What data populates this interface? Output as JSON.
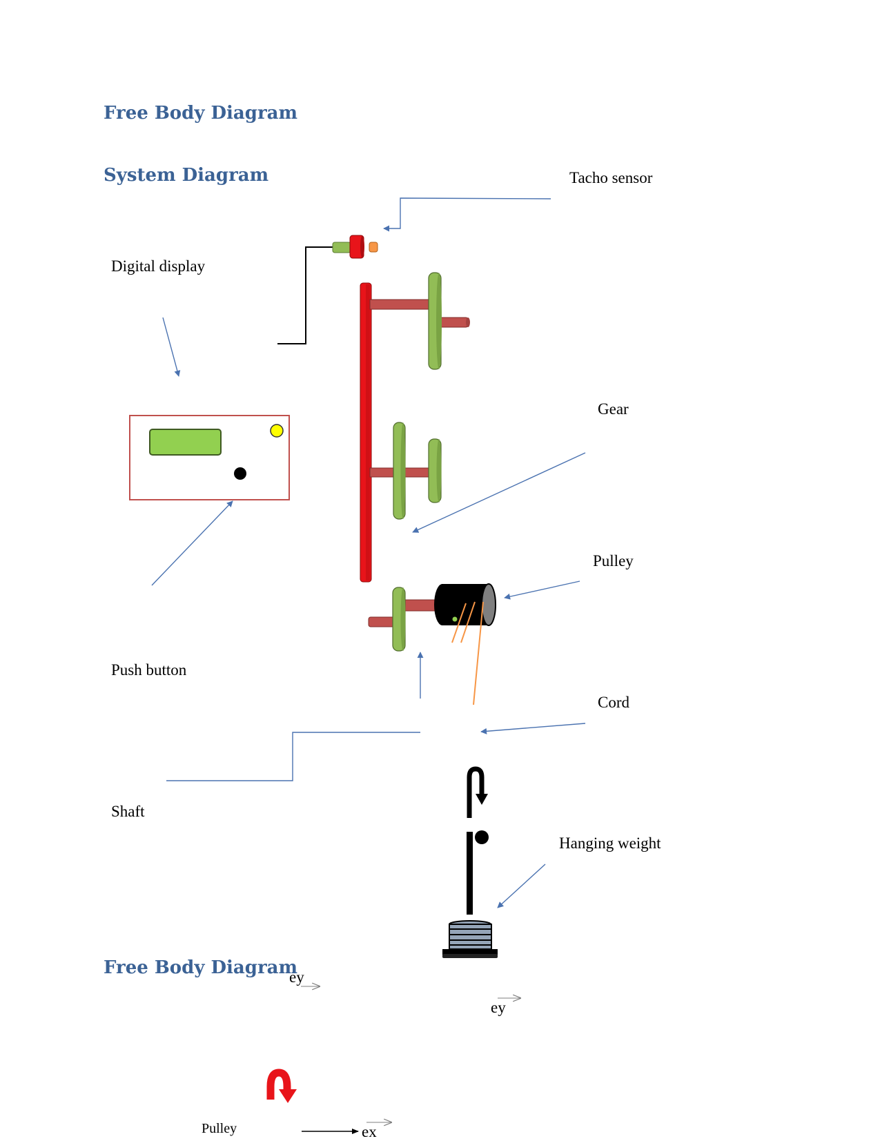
{
  "headings": {
    "top_title": "Free Body Diagram",
    "system_title": "System Diagram",
    "fbd_title": "Free Body Diagram"
  },
  "labels": {
    "tacho_sensor": "Tacho sensor",
    "digital_display": "Digital display",
    "gear": "Gear",
    "pulley": "Pulley",
    "push_button": "Push button",
    "cord": "Cord",
    "shaft": "Shaft",
    "hanging_weight": "Hanging weight"
  },
  "fbd": {
    "ey_left": "ey",
    "ey_right": "ey",
    "ex": "ex",
    "pulley": "Pulley"
  },
  "colors": {
    "heading": "#3b6295",
    "leader_line": "#4a72b0",
    "belt": "#e8141a",
    "gear_fill": "#92bd56",
    "shaft_fill": "#c0504d",
    "display_border": "#c0504d",
    "display_screen": "#92d050",
    "indicator_light": "#ffff00",
    "cord": "#f79646",
    "pulley_body": "#000000",
    "moment_arrow": "#e8141a"
  }
}
